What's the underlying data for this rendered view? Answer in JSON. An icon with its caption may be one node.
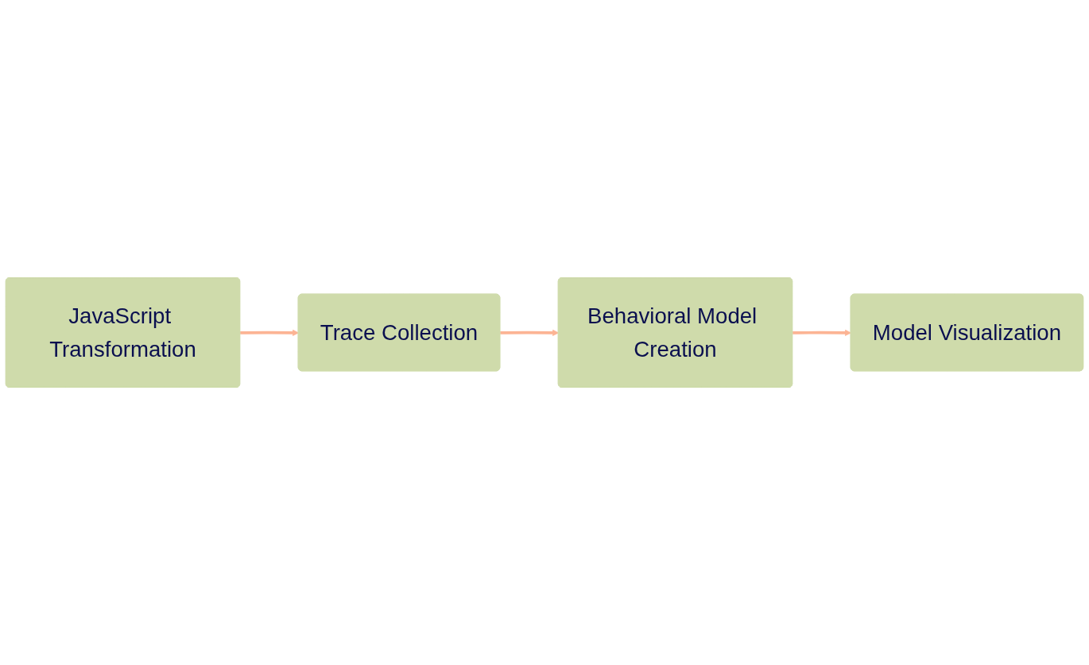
{
  "diagram": {
    "nodes": [
      {
        "text": [
          "JavaScript Transformation"
        ]
      },
      {
        "text": [
          "Trace Collection"
        ]
      },
      {
        "text": [
          "Behavioral Model Creation"
        ]
      },
      {
        "text": [
          "Model Visualization"
        ]
      }
    ],
    "edges": [
      {
        "from": 0,
        "to": 1,
        "arrow": "to"
      },
      {
        "from": 1,
        "to": 2,
        "arrow": "to"
      },
      {
        "from": 2,
        "to": 3,
        "arrow": "to"
      }
    ]
  }
}
